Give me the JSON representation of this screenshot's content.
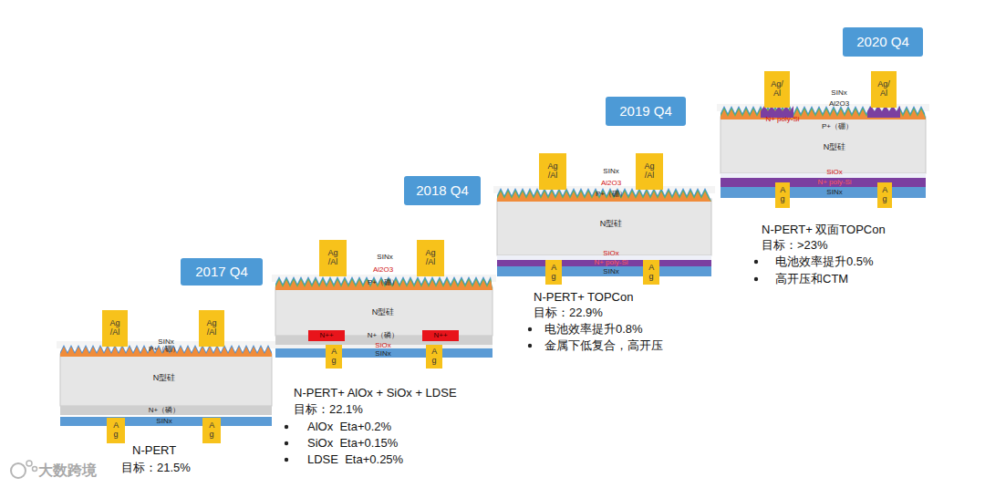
{
  "diagram": {
    "nodes": [
      {
        "text": [
          "2017 Q4"
        ]
      },
      {
        "text": [
          "Ag /Al"
        ]
      },
      {
        "text": [
          "Ag /Al"
        ]
      },
      {
        "text": [
          "A g"
        ]
      },
      {
        "text": [
          "A g"
        ]
      },
      {
        "text": [
          "2018 Q4"
        ]
      },
      {
        "text": [
          "Ag /Al"
        ]
      },
      {
        "text": [
          "Ag /Al"
        ]
      },
      {
        "text": [
          "N++"
        ]
      },
      {
        "text": [
          "N++"
        ]
      },
      {
        "text": [
          "A g"
        ]
      },
      {
        "text": [
          "A g"
        ]
      },
      {
        "text": [
          "2019 Q4"
        ]
      },
      {
        "text": [
          "Ag /Al"
        ]
      },
      {
        "text": [
          "Ag /Al"
        ]
      },
      {
        "text": [
          "A g"
        ]
      },
      {
        "text": [
          "A g"
        ]
      },
      {
        "text": [
          "2020 Q4"
        ]
      },
      {
        "text": [
          "Ag/ Al"
        ]
      },
      {
        "text": [
          "Ag/ Al"
        ]
      },
      {
        "text": [
          "A g"
        ]
      },
      {
        "text": [
          "A g"
        ]
      }
    ],
    "labels": [
      "SINx",
      "P+（硼）",
      "N型硅",
      "N+（磷）",
      "SINx",
      "N-PERT",
      "目标：21.5%",
      "SINx",
      "Al2O3",
      "P+（硼）",
      "N型硅",
      "N+（磷）",
      "SiOx",
      "SINx",
      "N-PERT+ AlOx + SiOx + LDSE",
      "目标：22.1%",
      "AlOx  Eta+0.2%",
      "SiOx  Eta+0.15%",
      "LDSE  Eta+0.25%",
      "SINx",
      "Al2O3",
      "P+（硼）",
      "N型硅",
      "SiOx",
      "N+ poly-Si",
      "SINx",
      "N-PERT+ TOPCon",
      "目标：22.9%",
      "电池效率提升0.8%",
      "金属下低复合，高开压",
      "SINx",
      "Al2O3",
      "N+ poly-Si",
      "P+（硼）",
      "N型硅",
      "SiOx",
      "N+ poly-Si",
      "SINx",
      "N-PERT+ 双面TOPCon",
      "目标：>23%",
      "电池效率提升0.5%",
      "高开压和CTM",
      "大数跨境"
    ]
  }
}
